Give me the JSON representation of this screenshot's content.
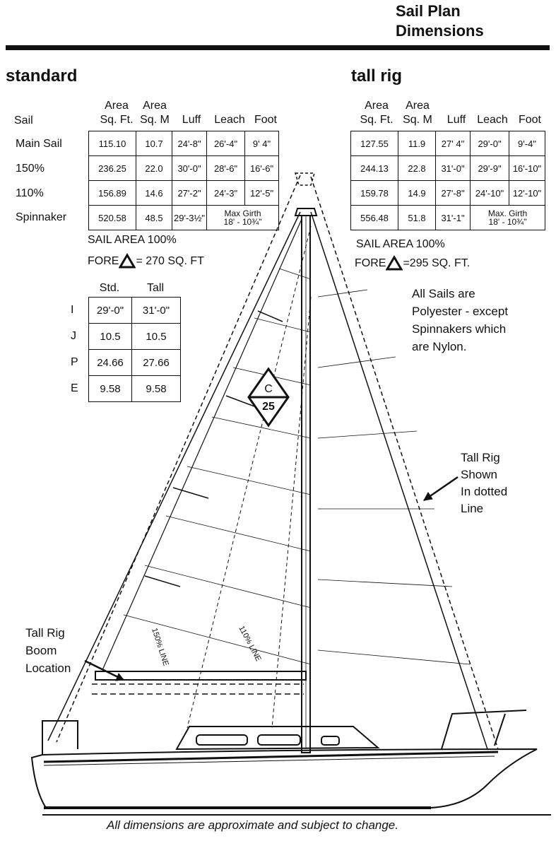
{
  "title": {
    "line1": "Sail Plan",
    "line2": "Dimensions"
  },
  "headers": {
    "area_sqft": [
      "Area",
      "Sq. Ft."
    ],
    "area_sqm": [
      "Area",
      "Sq. M"
    ],
    "luff": "Luff",
    "leach": "Leach",
    "foot": "Foot",
    "sail": "Sail"
  },
  "standard": {
    "title": "standard",
    "rows": [
      {
        "sail": "Main Sail",
        "sqft": "115.10",
        "sqm": "10.7",
        "luff": "24'-8\"",
        "leach": "26'-4\"",
        "foot": "9'  4\""
      },
      {
        "sail": "150%",
        "sqft": "236.25",
        "sqm": "22.0",
        "luff": "30'-0\"",
        "leach": "28'-6\"",
        "foot": "16'-6\""
      },
      {
        "sail": "110%",
        "sqft": "156.89",
        "sqm": "14.6",
        "luff": "27'-2\"",
        "leach": "24'-3\"",
        "foot": "12'-5\""
      },
      {
        "sail": "Spinnaker",
        "sqft": "520.58",
        "sqm": "48.5",
        "luff": "29'-3½\"",
        "girth_label": "Max Girth",
        "girth_value": "18' - 10¾\""
      }
    ],
    "sail_area": "SAIL AREA 100%",
    "fore_prefix": "FORE",
    "fore_value": "= 270 SQ. FT"
  },
  "tall_rig": {
    "title": "tall rig",
    "rows": [
      {
        "sqft": "127.55",
        "sqm": "11.9",
        "luff": "27' 4\"",
        "leach": "29'-0\"",
        "foot": "9'-4\""
      },
      {
        "sqft": "244.13",
        "sqm": "22.8",
        "luff": "31'-0\"",
        "leach": "29'-9\"",
        "foot": "16'-10\""
      },
      {
        "sqft": "159.78",
        "sqm": "14.9",
        "luff": "27'-8\"",
        "leach": "24'-10\"",
        "foot": "12'-10\""
      },
      {
        "sqft": "556.48",
        "sqm": "51.8",
        "luff": "31'-1\"",
        "girth_label": "Max. Girth",
        "girth_value": "18' - 10¾\""
      }
    ],
    "sail_area": "SAIL AREA 100%",
    "fore_prefix": "FORE",
    "fore_value": "=295 SQ. FT."
  },
  "ipje": {
    "headers": [
      "Std.",
      "Tall"
    ],
    "rows": [
      {
        "label": "I",
        "std": "29'-0\"",
        "tall": "31'-0\""
      },
      {
        "label": "J",
        "std": "10.5",
        "tall": "10.5"
      },
      {
        "label": "P",
        "std": "24.66",
        "tall": "27.66"
      },
      {
        "label": "E",
        "std": "9.58",
        "tall": "9.58"
      }
    ]
  },
  "notes": {
    "materials": [
      "All Sails are",
      "Polyester - except",
      "Spinnakers which",
      "are Nylon."
    ],
    "tall_rig_shown": [
      "Tall Rig",
      "Shown",
      "In dotted",
      "Line"
    ],
    "boom_location": [
      "Tall Rig",
      "Boom",
      "Location"
    ],
    "line_150": "150% LINE",
    "line_110": "110% LINE"
  },
  "logo": {
    "letter": "C",
    "number": "25"
  },
  "footer": "All dimensions are approximate and subject to change."
}
